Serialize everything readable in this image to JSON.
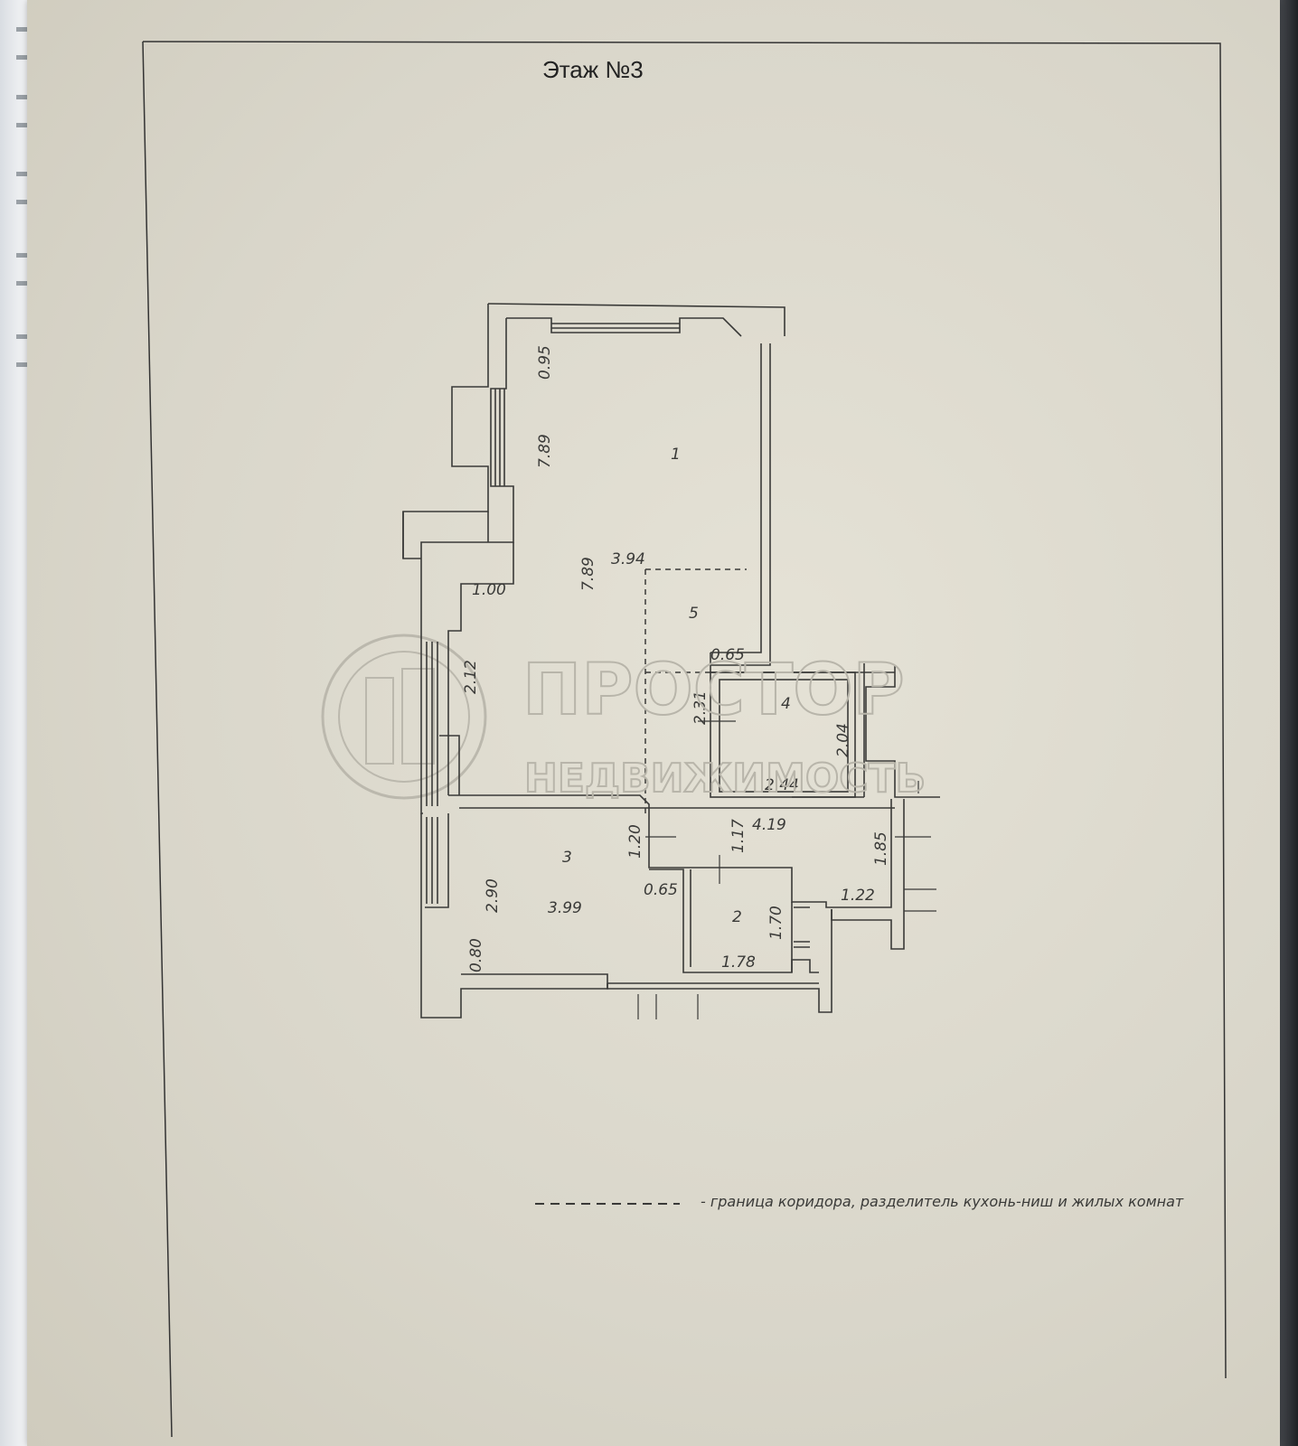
{
  "header": {
    "floor_title": "Этаж №3"
  },
  "rooms": [
    "1",
    "2",
    "3",
    "4",
    "5"
  ],
  "dimensions": {
    "d_095": "0.95",
    "d_789_a": "7.89",
    "d_789_b": "7.89",
    "d_394": "3.94",
    "d_100": "1.00",
    "d_065_a": "0.65",
    "d_212": "2.12",
    "d_231": "2.31",
    "d_204": "2.04",
    "d_244": "2.44",
    "d_419": "4.19",
    "d_120": "1.20",
    "d_117": "1.17",
    "d_185": "1.85",
    "d_290": "2.90",
    "d_399": "3.99",
    "d_065_b": "0.65",
    "d_122": "1.22",
    "d_170": "1.70",
    "d_080": "0.80",
    "d_178": "1.78"
  },
  "watermark": {
    "line1": "ПРОСТОР",
    "line2": "НЕДВИЖИМОСТЬ"
  },
  "legend": {
    "text": "- граница коридора, разделитель кухонь-ниш и жилых комнат"
  }
}
